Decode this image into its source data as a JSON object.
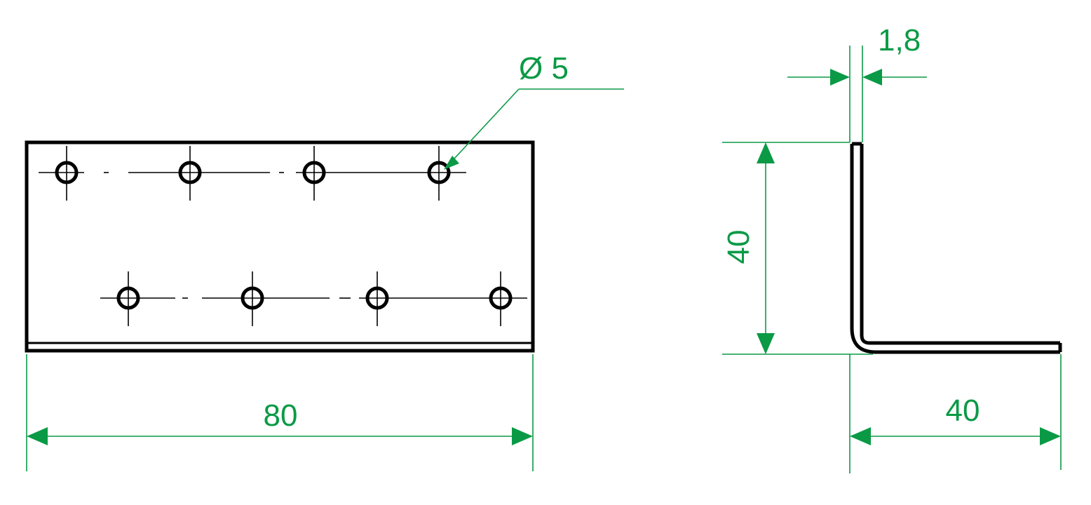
{
  "colors": {
    "dimension": "#0a9a46",
    "object": "#000000",
    "background": "#ffffff"
  },
  "dimensions": {
    "hole_diameter": "Ø 5",
    "thickness": "1,8",
    "front_width": "80",
    "side_height": "40",
    "side_width": "40"
  }
}
